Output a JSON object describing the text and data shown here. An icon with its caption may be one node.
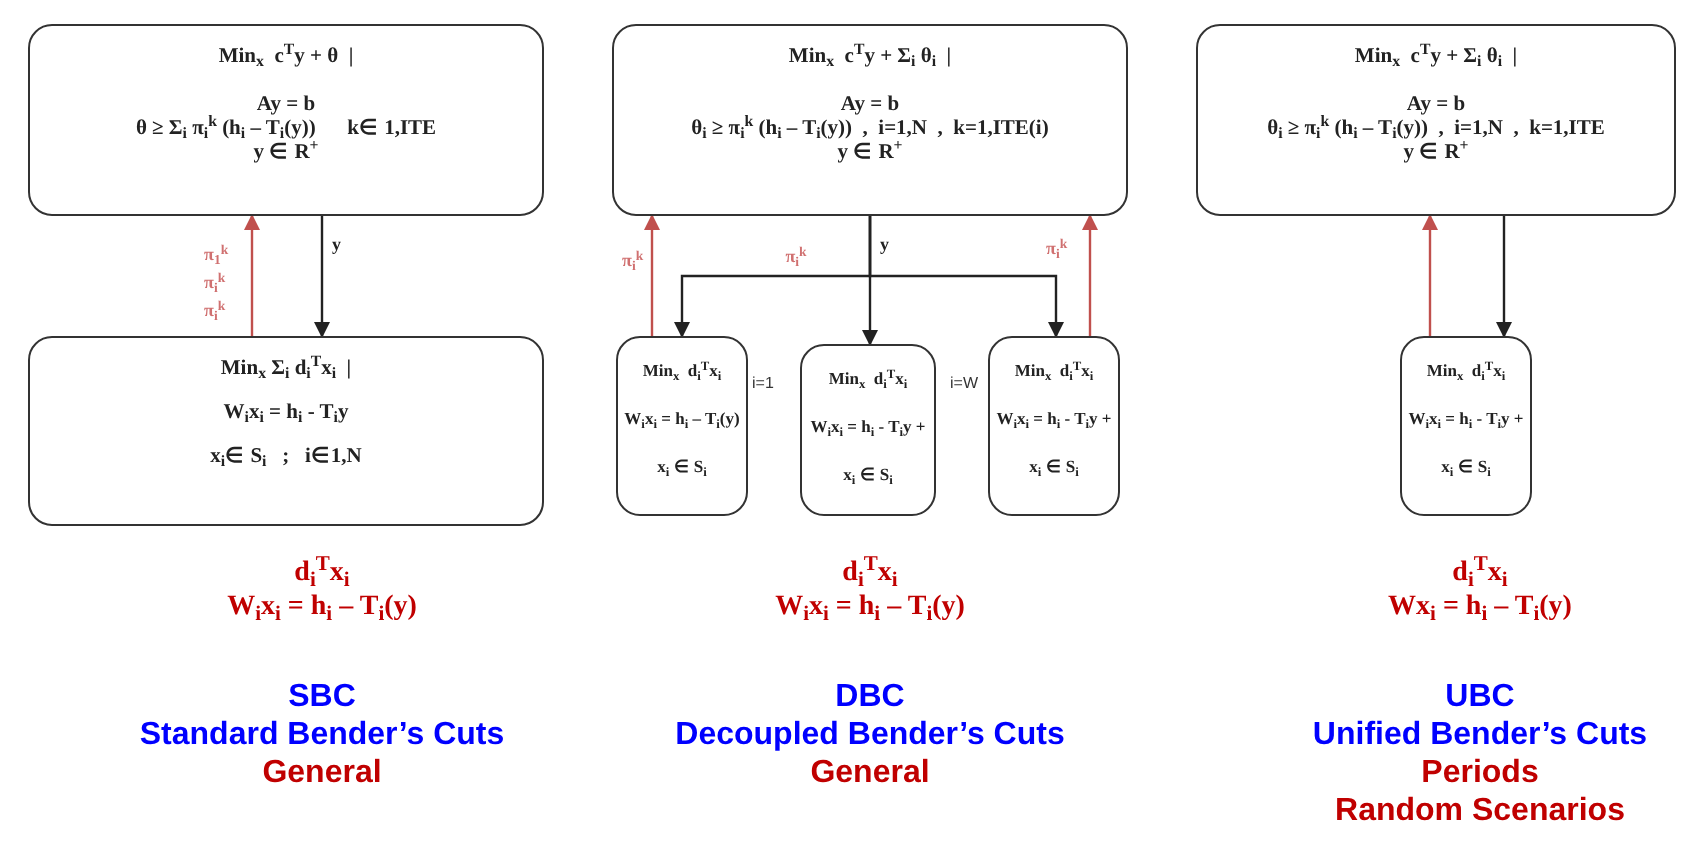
{
  "diagram": {
    "nodes": [
      {
        "text": [
          "Min$_{x}$  c$^{T}$y + θ  |",
          "Ay = b",
          "θ ≥ Σ$_{i}$ π$_{i}$$^{k}$ (h$_{i}$ – T$_{i}$(y))      k∈ 1,ITE",
          "y ∈ R$^{+}$"
        ]
      },
      {
        "text": [
          "Min$_{x}$ Σ$_{i}$ d$_{i}$$^{T}$x$_{i}$  |",
          "W$_{i}$x$_{i}$ = h$_{i}$ - T$_{i}$y",
          "x$_{i}$∈ S$_{i}$   ;   i∈1,N"
        ]
      },
      {
        "text": [
          "Min$_{x}$  c$^{T}$y + Σ$_{i}$ θ$_{i}$  |",
          "Ay = b",
          "θ$_{i}$ ≥ π$_{i}$$^{k}$ (h$_{i}$ – T$_{i}$(y))  ,  i=1,N  ,  k=1,ITE(i)",
          "y ∈ R$^{+}$"
        ]
      },
      {
        "text": [
          "Min$_{x}$  d$_{i}$$^{T}$x$_{i}$",
          "W$_{i}$x$_{i}$ = h$_{i}$ – T$_{i}$(y)",
          "x$_{i}$ ∈ S$_{i}$"
        ],
        "beside": [
          "i=1"
        ]
      },
      {
        "text": [
          "Min$_{x}$  d$_{i}$$^{T}$x$_{i}$",
          "W$_{i}$x$_{i}$ = h$_{i}$ - T$_{i}$y +",
          "x$_{i}$ ∈ S$_{i}$"
        ]
      },
      {
        "text": [
          "Min$_{x}$  d$_{i}$$^{T}$x$_{i}$",
          "W$_{i}$x$_{i}$ = h$_{i}$ - T$_{i}$y +",
          "x$_{i}$ ∈ S$_{i}$"
        ],
        "beside": [
          "i=W"
        ]
      },
      {
        "text": [
          "Min$_{x}$  c$^{T}$y + Σ$_{i}$ θ$_{i}$  |",
          "Ay = b",
          "θ$_{i}$ ≥ π$_{i}$$^{k}$ (h$_{i}$ – T$_{i}$(y))  ,  i=1,N  ,  k=1,ITE",
          "y ∈ R$^{+}$"
        ]
      },
      {
        "text": [
          "Min$_{x}$  d$_{i}$$^{T}$x$_{i}$",
          "W$_{i}$x$_{i}$ = h$_{i}$ - T$_{i}$y +",
          "x$_{i}$ ∈ S$_{i}$"
        ]
      }
    ],
    "edges": [
      {
        "from": 0,
        "to": 1,
        "arrow": "to",
        "label": "y"
      },
      {
        "from": 1,
        "to": 0,
        "arrow": "to",
        "label": "π$_{1}$$^{k}$ π$_{i}$$^{k}$ π$_{i}$$^{k}$",
        "color": "#c0504d"
      },
      {
        "from": 2,
        "to": 3,
        "arrow": "to"
      },
      {
        "from": 2,
        "to": 4,
        "arrow": "to",
        "label": "y"
      },
      {
        "from": 2,
        "to": 5,
        "arrow": "to"
      },
      {
        "from": 3,
        "to": 2,
        "arrow": "to",
        "label": "π$_{i}$$^{k}$",
        "color": "#c0504d"
      },
      {
        "from": 5,
        "to": 2,
        "arrow": "to",
        "label": "π$_{i}$$^{k}$",
        "color": "#c0504d"
      },
      {
        "from": 6,
        "to": 7,
        "arrow": "to"
      },
      {
        "from": 7,
        "to": 6,
        "arrow": "to",
        "color": "#c0504d"
      }
    ],
    "labels": [
      "π$_{i}$$^{k}$",
      "d$_{i}$$^{T}$x$_{i}$",
      "W$_{i}$x$_{i}$ = h$_{i}$ – T$_{i}$(y)",
      "SBC",
      "Standard Bender’s Cuts",
      "General",
      "d$_{i}$$^{T}$x$_{i}$",
      "W$_{i}$x$_{i}$ = h$_{i}$ – T$_{i}$(y)",
      "DBC",
      "Decoupled Bender’s Cuts",
      "General",
      "d$_{i}$$^{T}$x$_{i}$",
      "Wx$_{i}$ = h$_{i}$ – T$_{i}$(y)",
      "UBC",
      "Unified Bender’s Cuts",
      "Periods",
      "Random Scenarios"
    ]
  }
}
